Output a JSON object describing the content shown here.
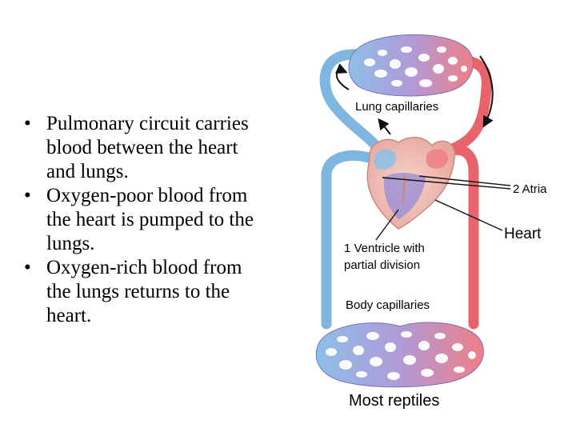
{
  "bullets": [
    "Pulmonary circuit carries blood between the heart and lungs.",
    "Oxygen-poor blood from the heart is pumped to the lungs.",
    "Oxygen-rich blood from the lungs returns to the heart."
  ],
  "labels": {
    "lung_capillaries": "Lung capillaries",
    "atria": "2 Atria",
    "heart": "Heart",
    "ventricle_line1": "1 Ventricle with",
    "ventricle_line2": "partial division",
    "body_capillaries": "Body capillaries",
    "caption": "Most reptiles"
  },
  "colors": {
    "oxygen_poor": "#7fb6e0",
    "oxygen_rich": "#e8636a",
    "capillary_mix": "#a99ad6",
    "heart_tissue": "#f3c7bd"
  }
}
